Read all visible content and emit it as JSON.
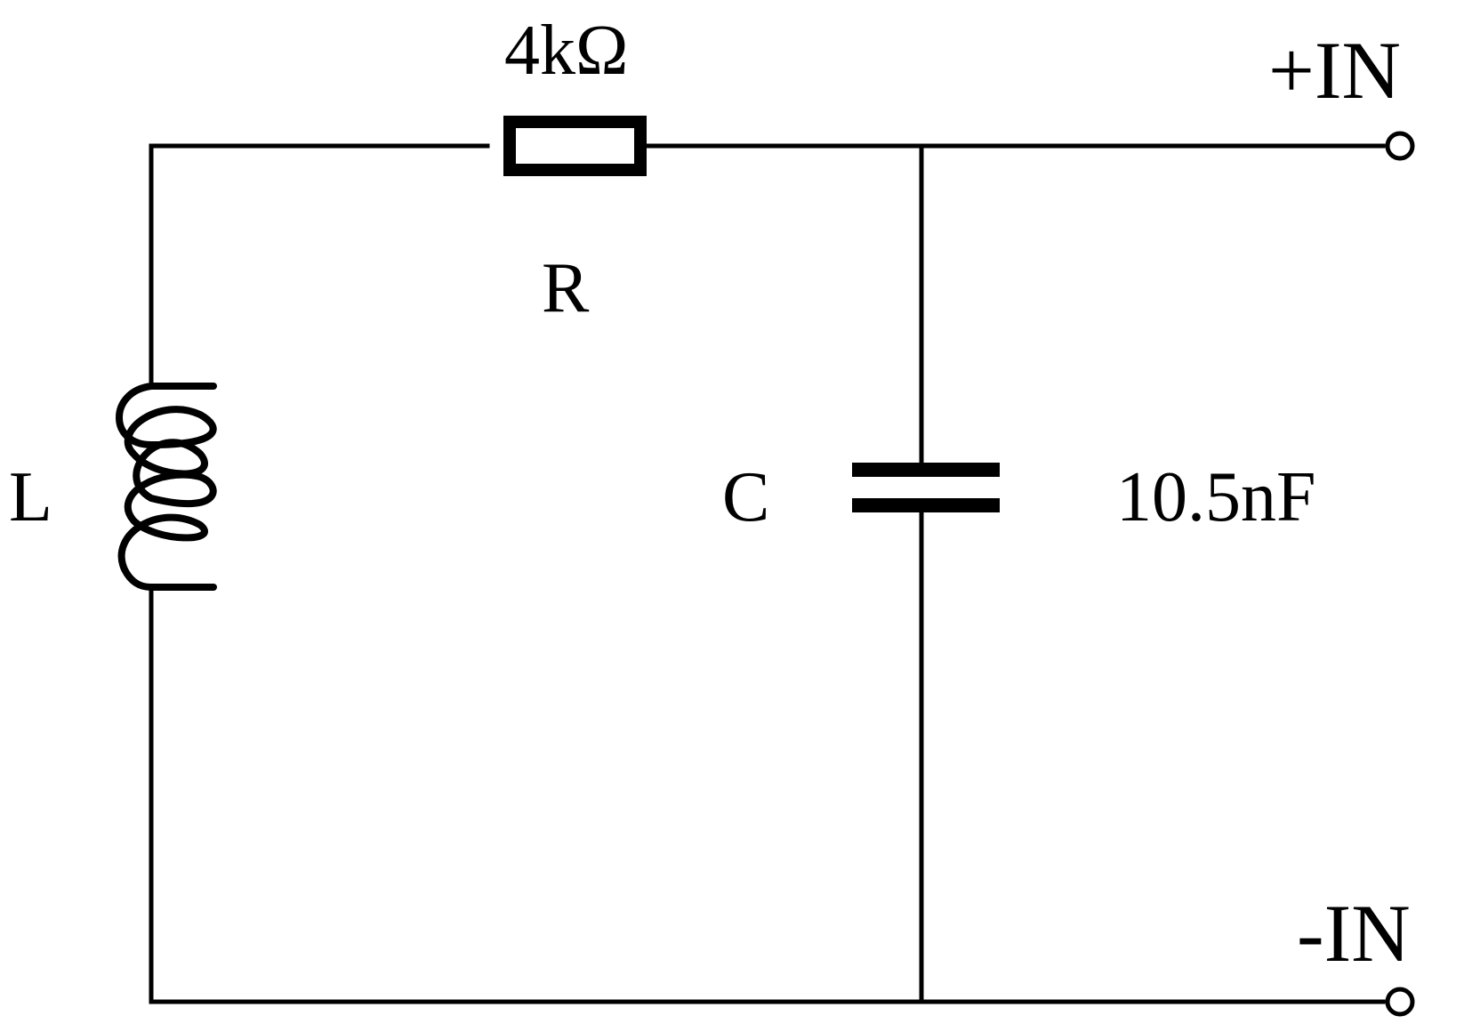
{
  "resistor": {
    "value": "4kΩ",
    "label": "R"
  },
  "inductor": {
    "label": "L"
  },
  "capacitor": {
    "label": "C",
    "value": "10.5nF"
  },
  "terminals": {
    "positive": "+IN",
    "negative": "-IN"
  },
  "colors": {
    "ink": "#000000",
    "background": "#ffffff"
  }
}
